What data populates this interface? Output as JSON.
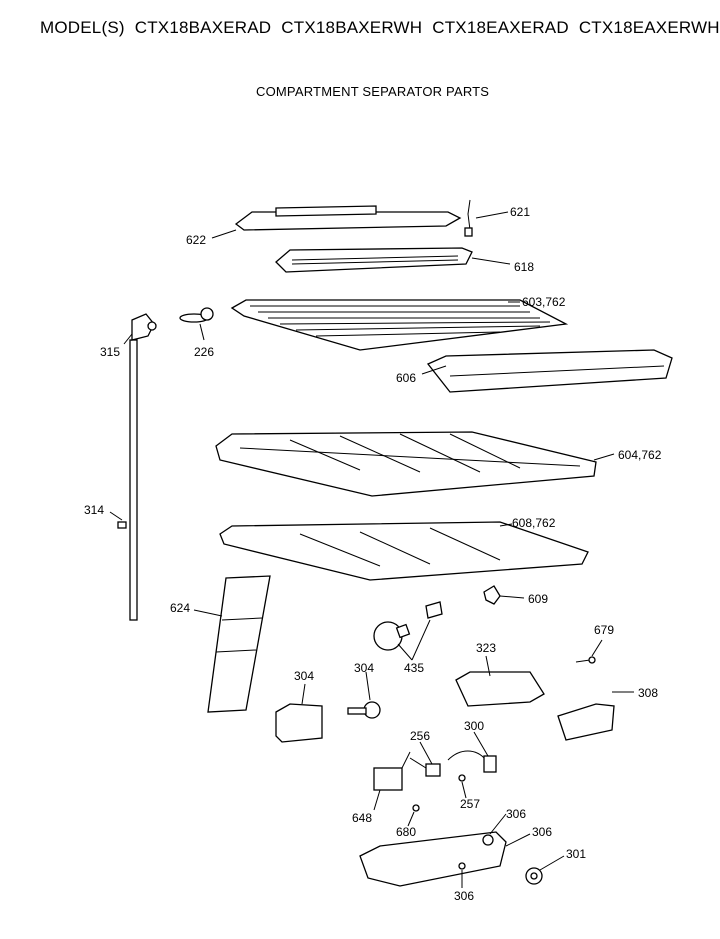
{
  "header": {
    "model_prefix": "MODEL(S)",
    "models": [
      "CTX18BAXERAD",
      "CTX18BAXERWH",
      "CTX18EAXERAD",
      "CTX18EAXERWH"
    ],
    "subtitle": "COMPARTMENT SEPARATOR PARTS"
  },
  "callouts": {
    "p621": "621",
    "p622": "622",
    "p618": "618",
    "p603": "603,762",
    "p315": "315",
    "p226": "226",
    "p606": "606",
    "p604": "604,762",
    "p314": "314",
    "p608": "608,762",
    "p609": "609",
    "p624": "624",
    "p679": "679",
    "p435": "435",
    "p323": "323",
    "p304a": "304",
    "p304b": "304",
    "p308": "308",
    "p300": "300",
    "p256": "256",
    "p257": "257",
    "p648": "648",
    "p680": "680",
    "p306a": "306",
    "p306b": "306",
    "p306c": "306",
    "p301": "301"
  }
}
